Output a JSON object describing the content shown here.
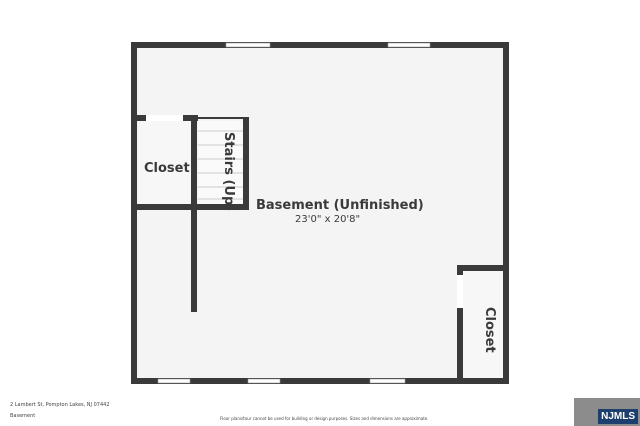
{
  "rooms": {
    "main": {
      "name": "Basement (Unfinished)",
      "dimensions": "23'0\" x 20'8\""
    },
    "closet_left": {
      "name": "Closet"
    },
    "stairs": {
      "name": "Stairs (Up)"
    },
    "closet_right": {
      "name": "Closet"
    }
  },
  "footer": {
    "address": "2 Lambert St, Pompton Lakes, NJ 07442",
    "level": "Basement",
    "disclaimer": "Floor plans/tour cannot be used for building or design purposes. Sizes and dimensions are approximate.",
    "logo": "NJMLS"
  },
  "colors": {
    "wall": "#3a3a3a",
    "floor": "#f4f4f4",
    "window": "#ffffff"
  }
}
